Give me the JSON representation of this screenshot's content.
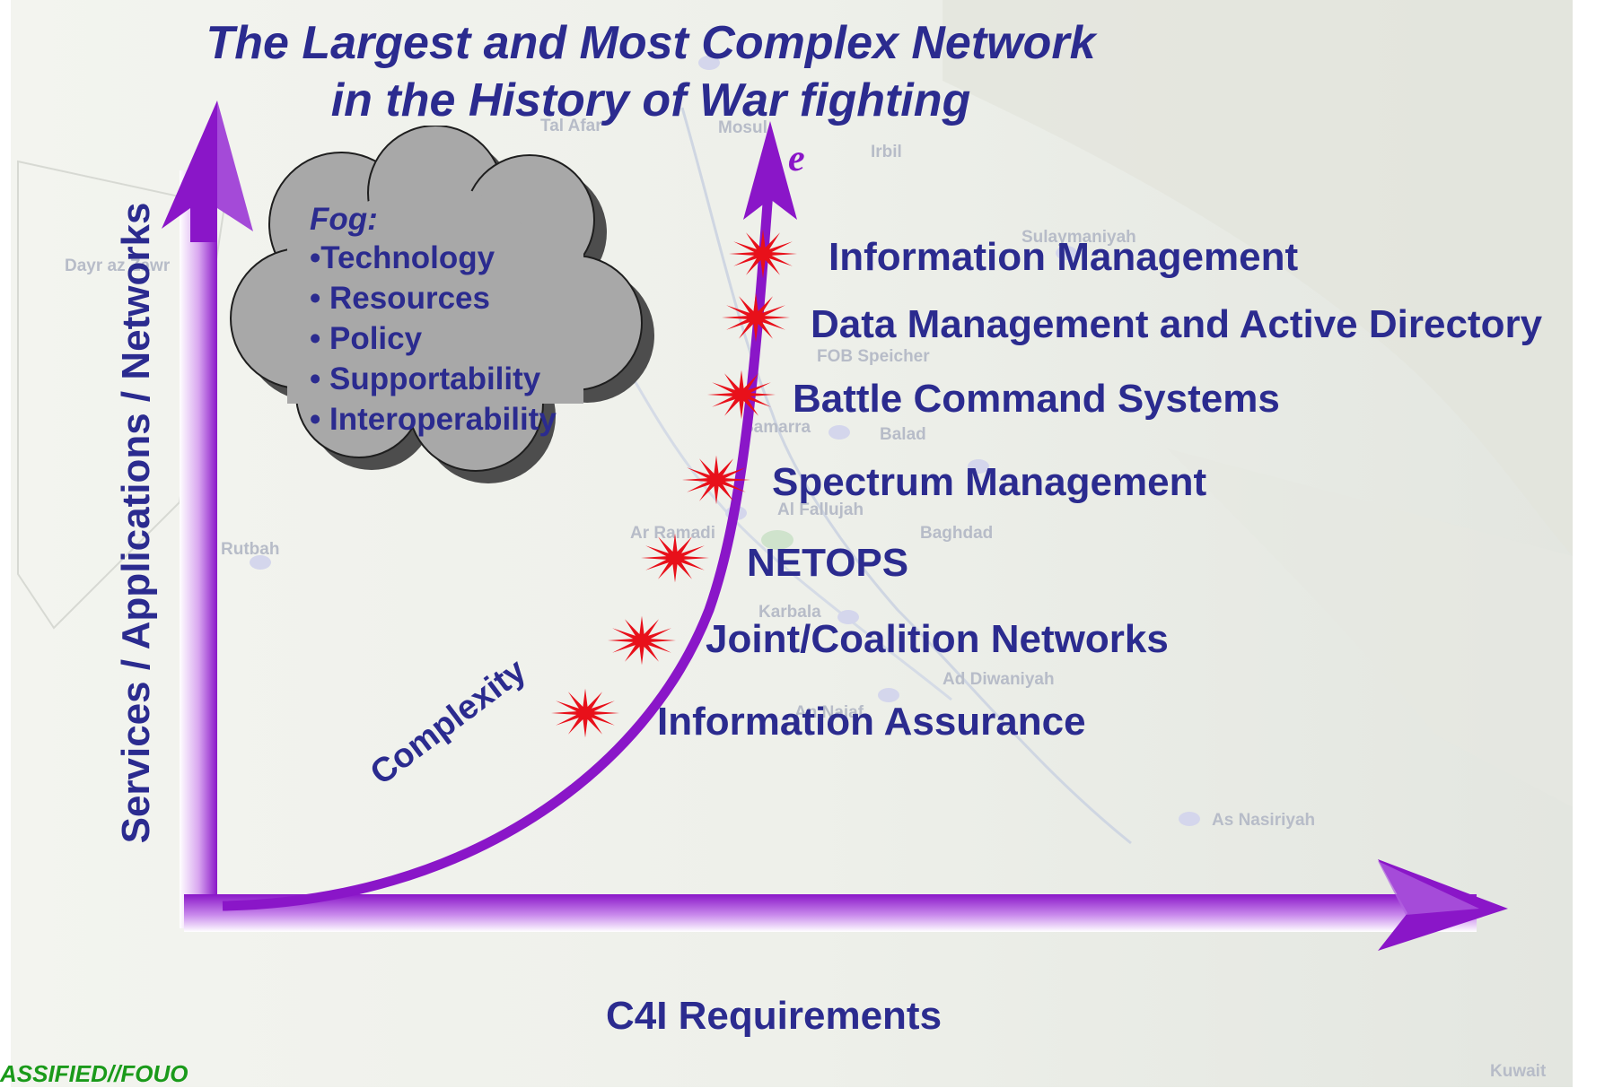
{
  "title": {
    "line1": "The Largest and Most Complex Network",
    "line2": "in the History of War fighting"
  },
  "y_axis_label": "Services / Applications / Networks",
  "x_axis_label": "C4I Requirements",
  "curve_label": "Complexity",
  "curve_tip_glyph": "e",
  "fog": {
    "title": "Fog:",
    "items": [
      "•Technology",
      "• Resources",
      "• Policy",
      "• Supportability",
      "• Interoperability"
    ]
  },
  "steps": [
    "Information Management",
    "Data Management and Active Directory",
    "Battle Command Systems",
    "Spectrum Management",
    "NETOPS",
    "Joint/Coalition Networks",
    "Information Assurance"
  ],
  "map_labels": [
    "Tal Afar",
    "Mosul",
    "Irbil",
    "Sulaymaniyah",
    "Dayr az Zawr",
    "FOB Speicher",
    "Samarra",
    "Balad",
    "Al Fallujah",
    "Ar Ramadi",
    "Baghdad",
    "Rutbah",
    "Karbala",
    "Ad Diwaniyah",
    "An Najaf",
    "As Nasiriyah",
    "Kuwait"
  ],
  "footer": "ASSIFIED//FOUO",
  "colors": {
    "title_text": "#2b2b8f",
    "axis_purple": "#8a16c8",
    "star_red": "#e8101a",
    "cloud_gray": "#a8a8a8",
    "footer_green": "#1a9a1a"
  },
  "icons": {
    "star": "red-burst-star-icon",
    "cloud": "cloud-icon",
    "arrow": "purple-arrow-icon"
  }
}
